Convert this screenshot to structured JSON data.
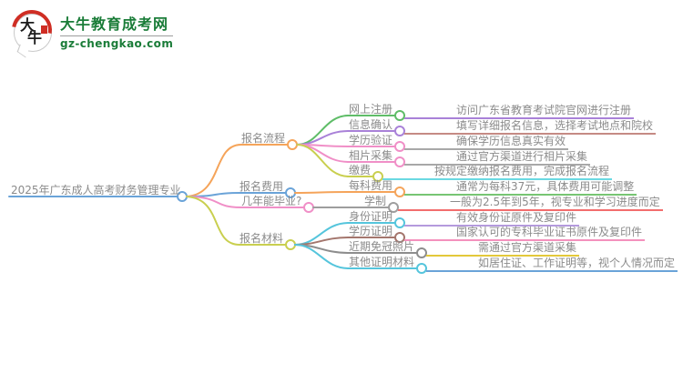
{
  "logo": {
    "mark_top": "大",
    "mark_bottom": "牛",
    "title": "大牛教育成考网",
    "domain": "gz-chengkao.com",
    "title_color": "#1a7c38",
    "accent_red": "#cf2e24"
  },
  "mindmap": {
    "text_color": "#8b8b8b",
    "root": {
      "label": "2025年广东成人高考财务管理专业",
      "color": "#6aa3d8"
    },
    "branches": [
      {
        "label": "报名流程",
        "color": "#f5a45a",
        "children": [
          {
            "label": "网上注册",
            "color": "#5fbd68",
            "desc": "访问广东省教育考试院官网进行注册",
            "desc_color": "#a981d8"
          },
          {
            "label": "信息确认",
            "color": "#a981d8",
            "desc": "填写详细报名信息，选择考试地点和院校",
            "desc_color": "#c58a84"
          },
          {
            "label": "学历验证",
            "color": "#f08fc7",
            "desc": "确保学历信息真实有效",
            "desc_color": "#a8a8a8"
          },
          {
            "label": "相片采集",
            "color": "#f08fc7",
            "desc": "通过官方渠道进行相片采集",
            "desc_color": "#a8a8a8"
          },
          {
            "label": "缴费",
            "color": "#c9cf4f",
            "desc": "按规定缴纳报名费用，完成报名流程",
            "desc_color": "#6ad9e2"
          }
        ]
      },
      {
        "label": "报名费用",
        "color": "#6aa3d8",
        "children": [
          {
            "label": "每科费用",
            "color": "#f5a45a",
            "desc": "通常为每科37元，具体费用可能调整",
            "desc_color": "#77c573"
          }
        ]
      },
      {
        "label": "几年能毕业?",
        "color": "#f08fc7",
        "children": [
          {
            "label": "学制",
            "color": "#9e9e9e",
            "desc": "一般为2.5年到5年，视专业和学习进度而定",
            "desc_color": "#f26d6d"
          }
        ]
      },
      {
        "label": "报名材料",
        "color": "#c9cf4f",
        "children": [
          {
            "label": "身份证明",
            "color": "#55c5dc",
            "desc": "有效身份证原件及复印件",
            "desc_color": "#b49add"
          },
          {
            "label": "学历证明",
            "color": "#a4766d",
            "desc": "国家认可的专科毕业证书原件及复印件",
            "desc_color": "#f491bd"
          },
          {
            "label": "近期免冠照片",
            "color": "#8d8d8d",
            "desc": "需通过官方渠道采集",
            "desc_color": "#e3c83a"
          },
          {
            "label": "其他证明材料",
            "color": "#55c5dc",
            "desc": "如居住证、工作证明等，视个人情况而定",
            "desc_color": "#6aa3d8"
          }
        ]
      }
    ]
  }
}
